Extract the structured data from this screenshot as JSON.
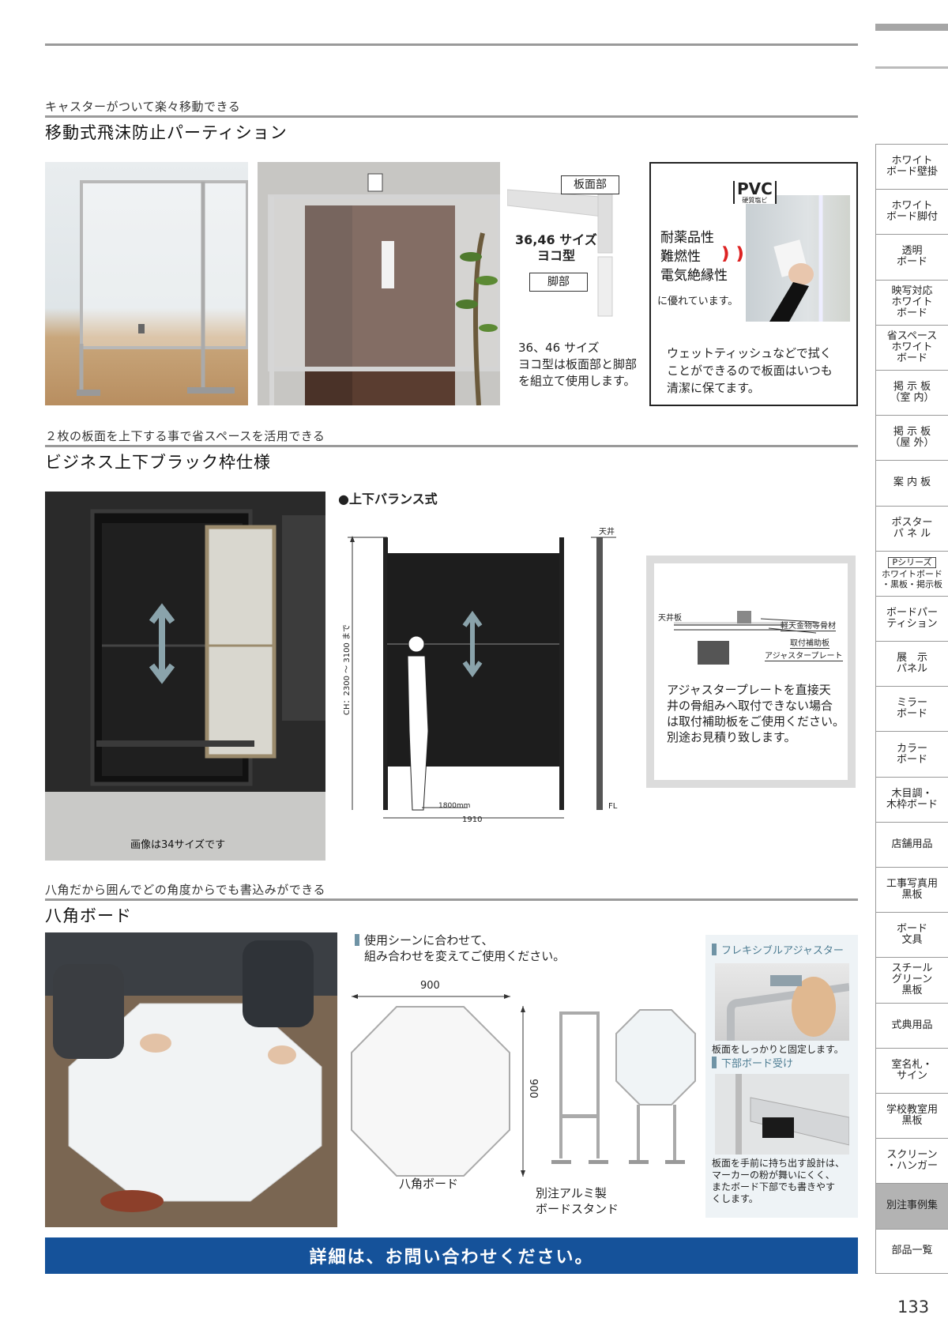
{
  "page_number": "133",
  "colors": {
    "banner": "#15529a",
    "sidebar_active": "#b3b3b3",
    "rule": "#9a9a9a",
    "accent_bar": "#6f93a5"
  },
  "section1": {
    "subtitle": "キャスターがついて楽々移動できる",
    "title": "移動式飛沫防止パーティション",
    "label_board": "板面部",
    "label_leg": "脚部",
    "size_type_line1": "36,46 サイズ",
    "size_type_line2": "ヨコ型",
    "size_note_line1": "36、46 サイズ",
    "size_note_line2": "ヨコ型は板面部と脚部",
    "size_note_line3": "を組立て使用します。",
    "pvc_badge": "PVC",
    "pvc_sub": "硬質塩ビ",
    "props": [
      "耐薬品性",
      "難燃性",
      "電気絶縁性"
    ],
    "props_suffix": "に優れています。",
    "pvc_note_line1": "ウェットティッシュなどで拭く",
    "pvc_note_line2": "ことができるので板面はいつも",
    "pvc_note_line3": "清潔に保てます。"
  },
  "section2": {
    "subtitle": "２枚の板面を上下する事で省スペースを活用できる",
    "title": "ビジネス上下ブラック枠仕様",
    "photo_caption": "画像は34サイズです",
    "diagram_title": "●上下バランス式",
    "height_label": "CH：2300 〜 3100 まで",
    "label_1800": "1800mm",
    "label_1910": "1910",
    "label_ceiling": "天井",
    "label_fl": "FL",
    "detail_labels": {
      "ceiling_board": "天井板",
      "frame": "軽天金物等骨材",
      "aux_plate": "取付補助板",
      "adjuster": "アジャスタープレート"
    },
    "detail_note_line1": "アジャスタープレートを直接天",
    "detail_note_line2": "井の骨組みへ取付できない場合",
    "detail_note_line3": "は取付補助板をご使用ください。",
    "detail_note_line4": "別途お見積り致します。"
  },
  "section3": {
    "subtitle": "八角だから囲んでどの角度からでも書込みができる",
    "title": "八角ボード",
    "usage_line1": "使用シーンに合わせて、",
    "usage_line2": "組み合わせを変えてご使用ください。",
    "dim_width": "900",
    "dim_height": "900",
    "board_caption": "八角ボード",
    "stand_caption_line1": "別注アルミ製",
    "stand_caption_line2": "ボードスタンド",
    "feature1_title": "フレキシブルアジャスター",
    "feature1_desc": "板面をしっかりと固定します。",
    "feature2_title": "下部ボード受け",
    "feature2_desc_line1": "板面を手前に持ち出す設計は、",
    "feature2_desc_line2": "マーカーの粉が舞いにくく、",
    "feature2_desc_line3": "またボード下部でも書きやす",
    "feature2_desc_line4": "くします。"
  },
  "banner_text": "詳細は、お問い合わせください。",
  "sidebar": {
    "items": [
      {
        "label": "ホワイト\nボード壁掛"
      },
      {
        "label": "ホワイト\nボード脚付"
      },
      {
        "label": "透明\nボード"
      },
      {
        "label": "映写対応\nホワイト\nボード"
      },
      {
        "label": "省スペース\nホワイト\nボード"
      },
      {
        "label": "掲 示 板\n（室 内）"
      },
      {
        "label": "掲 示 板\n（屋 外）"
      },
      {
        "label": "案 内 板"
      },
      {
        "label": "ポスター\nパ ネ ル"
      },
      {
        "badge": "Pシリーズ",
        "label": "ホワイトボード\n・黒板・掲示板"
      },
      {
        "label": "ボードパー\nティション"
      },
      {
        "label": "展　示\nパネル"
      },
      {
        "label": "ミラー\nボード"
      },
      {
        "label": "カラー\nボード"
      },
      {
        "label": "木目調・\n木枠ボード"
      },
      {
        "label": "店舗用品"
      },
      {
        "label": "工事写真用\n黒板"
      },
      {
        "label": "ボード\n文具"
      },
      {
        "label": "スチール\nグリーン\n黒板"
      },
      {
        "label": "式典用品"
      },
      {
        "label": "室名札・\nサイン"
      },
      {
        "label": "学校教室用\n黒板"
      },
      {
        "label": "スクリーン\n・ハンガー"
      },
      {
        "label": "別注事例集",
        "active": true
      },
      {
        "label": "部品一覧"
      }
    ]
  }
}
